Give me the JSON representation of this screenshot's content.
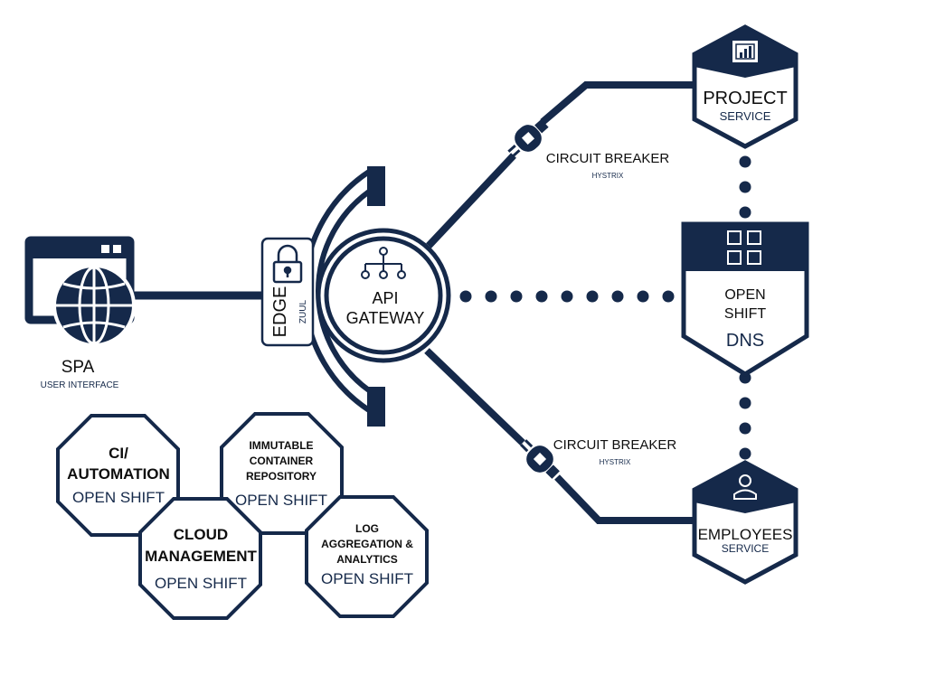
{
  "colors": {
    "primary": "#15294a",
    "text_dark": "#0e0e0e",
    "background": "#ffffff"
  },
  "spa": {
    "title": "SPA",
    "subtitle": "USER INTERFACE",
    "icon": "globe-icon"
  },
  "edge": {
    "title": "EDGE",
    "subtitle": "ZUUL",
    "icon": "padlock-icon"
  },
  "gateway": {
    "line1": "API",
    "line2": "GATEWAY",
    "icon": "hierarchy-icon"
  },
  "breakers": [
    {
      "title": "CIRCUIT BREAKER",
      "subtitle": "HYSTRIX",
      "icon": "plug-icon"
    },
    {
      "title": "CIRCUIT BREAKER",
      "subtitle": "HYSTRIX",
      "icon": "plug-icon"
    }
  ],
  "project": {
    "title": "PROJECT",
    "subtitle": "SERVICE",
    "icon": "chart-icon"
  },
  "openshift_dns": {
    "line1": "OPEN",
    "line2": "SHIFT",
    "line3": "DNS",
    "icon": "grid-icon"
  },
  "employees": {
    "title": "EMPLOYEES",
    "subtitle": "SERVICE",
    "icon": "person-icon"
  },
  "octagons": [
    {
      "lines": [
        "CI/",
        "AUTOMATION"
      ],
      "sub": "OPEN SHIFT"
    },
    {
      "lines": [
        "IMMUTABLE",
        "CONTAINER",
        "REPOSITORY"
      ],
      "sub": "OPEN SHIFT"
    },
    {
      "lines": [
        "CLOUD",
        "MANAGEMENT"
      ],
      "sub": "OPEN SHIFT"
    },
    {
      "lines": [
        "LOG",
        "AGGREGATION &",
        "ANALYTICS"
      ],
      "sub": "OPEN SHIFT"
    }
  ]
}
